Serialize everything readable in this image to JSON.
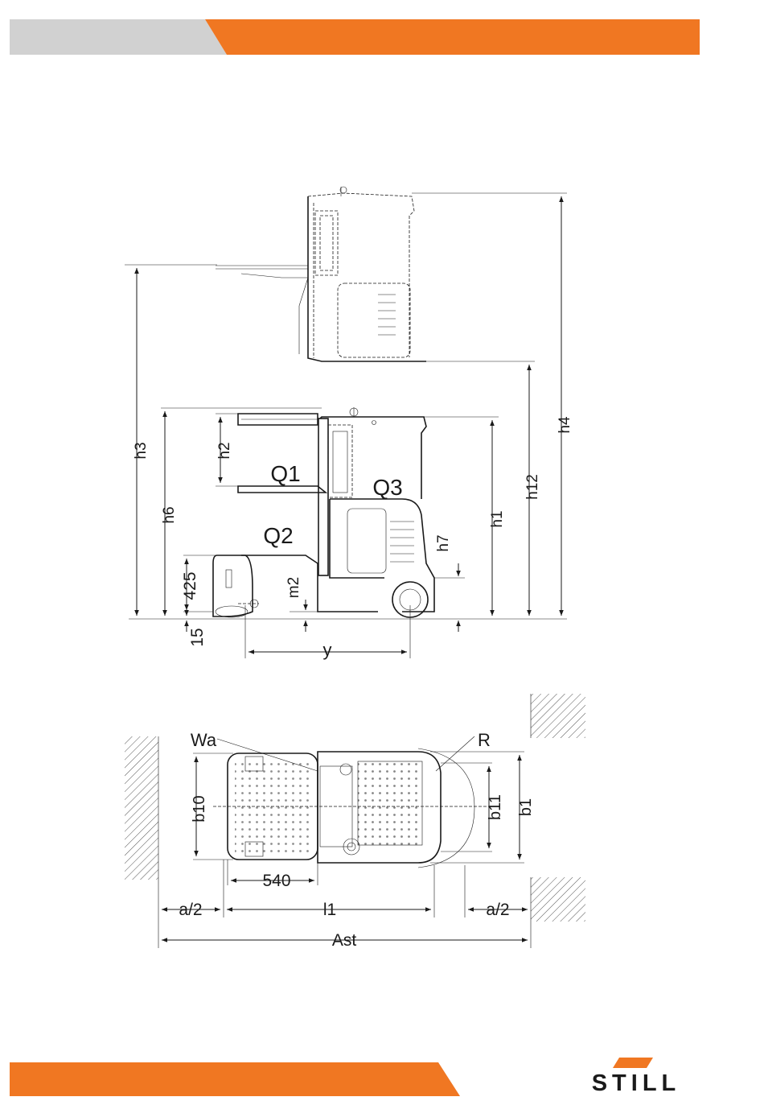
{
  "colors": {
    "accent": "#f07722",
    "header_gray": "#d1d1d1",
    "ink": "#1a1a1a"
  },
  "brand": {
    "logo_text": "STILL"
  },
  "side_view": {
    "labels": {
      "h3": "h3",
      "h6": "h6",
      "h2": "h2",
      "h1": "h1",
      "h12": "h12",
      "h4": "h4",
      "h7": "h7",
      "m2": "m2",
      "y": "y",
      "q1": "Q1",
      "q2": "Q2",
      "q3": "Q3"
    },
    "values": {
      "fork_height": "425",
      "ground_clearance": "15"
    }
  },
  "top_view": {
    "labels": {
      "wa": "Wa",
      "r": "R",
      "b10": "b10",
      "b11": "b11",
      "b1": "b1",
      "l1": "l1",
      "a2_left": "a/2",
      "a2_right": "a/2",
      "ast": "Ast"
    },
    "values": {
      "fork_length": "540"
    }
  }
}
